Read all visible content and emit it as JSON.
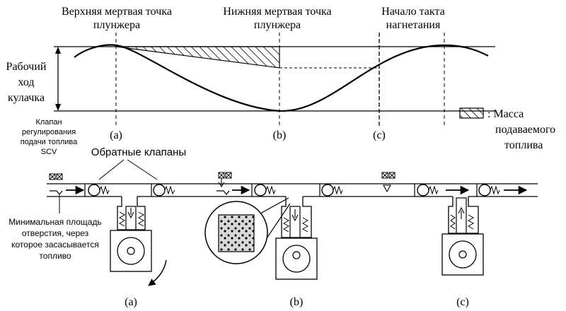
{
  "top_labels": {
    "tdc": [
      "Верхняя мертвая точка",
      "плунжера"
    ],
    "bdc": [
      "Нижняя мертвая точка",
      "плунжера"
    ],
    "start": [
      "Начало такта",
      "нагнетания"
    ]
  },
  "stroke_label": [
    "Рабочий",
    "ход",
    "кулачка"
  ],
  "legend_label": ": Масса",
  "legend_lines": [
    "подаваемого",
    "топлива"
  ],
  "phase_a": "(a)",
  "phase_b": "(b)",
  "phase_c": "(c)",
  "scv_label": [
    "Клапан",
    "регулирования",
    "подачи топлива",
    "SCV"
  ],
  "check_valves_label": "Обратные клапаны",
  "min_area_label": [
    "Минимальная площадь",
    "отверстия, через",
    "которое засасывается",
    "топливо"
  ],
  "icons": [
    "scv-valve-icon",
    "check-valve-icon",
    "plunger-icon",
    "cam-icon",
    "flow-arrow-icon",
    "magnifier-icon"
  ]
}
